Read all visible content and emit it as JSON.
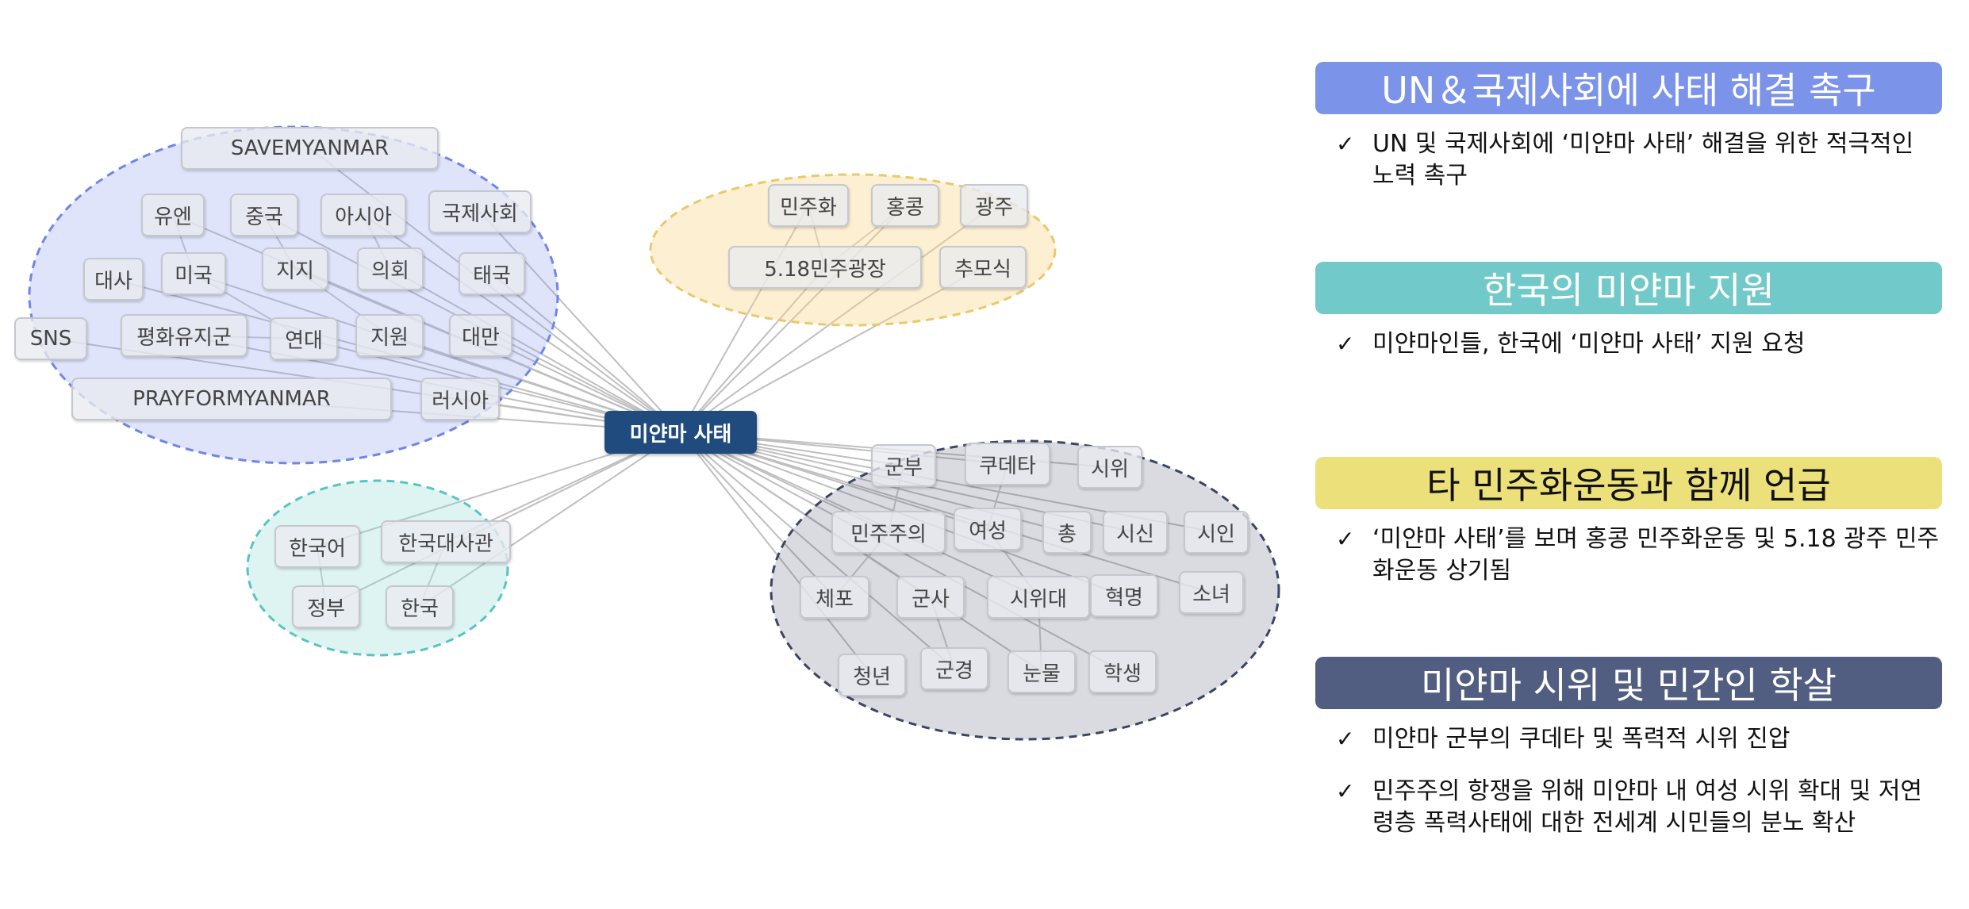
{
  "colors": {
    "international": "#7b93e8",
    "korea_support": "#72c9c9",
    "democracy": "#ece07a",
    "protest": "#525d82"
  },
  "center_label": "미얀마 사태",
  "clusters": [
    {
      "name": "international",
      "fill": "rgba(140,158,240,0.28)",
      "stroke": "#6f86e6",
      "words": [
        "SAVEMYANMAR",
        "유엔",
        "중국",
        "아시아",
        "국제사회",
        "대사",
        "미국",
        "지지",
        "의회",
        "태국",
        "SNS",
        "평화유지군",
        "연대",
        "지원",
        "대만",
        "PRAYFORMYANMAR",
        "러시아"
      ]
    },
    {
      "name": "democracy",
      "fill": "rgba(247,214,138,0.38)",
      "stroke": "#e8c96c",
      "words": [
        "민주화",
        "홍콩",
        "광주",
        "5.18민주광장",
        "추모식"
      ]
    },
    {
      "name": "korea",
      "fill": "rgba(150,222,215,0.32)",
      "stroke": "#58c4c0",
      "words": [
        "한국어",
        "한국대사관",
        "정부",
        "한국"
      ]
    },
    {
      "name": "protest",
      "fill": "rgba(82,92,120,0.22)",
      "stroke": "#3a4560",
      "words": [
        "군부",
        "쿠데타",
        "시위",
        "민주주의",
        "여성",
        "총",
        "시신",
        "시인",
        "체포",
        "군사",
        "시위대",
        "혁명",
        "소녀",
        "청년",
        "군경",
        "눈물",
        "학생"
      ]
    }
  ],
  "panels": [
    {
      "title": "UN＆국제사회에 사태 해결 촉구",
      "color": "#7b93e8",
      "bullets": [
        "UN 및 국제사회에 ‘미얀마 사태’ 해결을 위한 적극적인 노력 촉구"
      ]
    },
    {
      "title": "한국의 미얀마 지원",
      "color": "#72c9c9",
      "bullets": [
        "미얀마인들, 한국에 ‘미얀마 사태’ 지원 요청"
      ]
    },
    {
      "title": "타 민주화운동과 함께 언급",
      "color": "#ece07a",
      "bullets": [
        "‘미얀마 사태’를 보며 홍콩 민주화운동 및 5.18 광주 민주화운동 상기됨"
      ]
    },
    {
      "title": "미얀마 시위 및 민간인 학살",
      "color": "#525d82",
      "bullets": [
        "미얀마 군부의 쿠데타 및 폭력적 시위 진압",
        "민주주의 항쟁을 위해 미얀마 내 여성 시위 확대 및 저연령층 폭력사태에 대한 전세계 시민들의 분노 확산"
      ]
    }
  ]
}
